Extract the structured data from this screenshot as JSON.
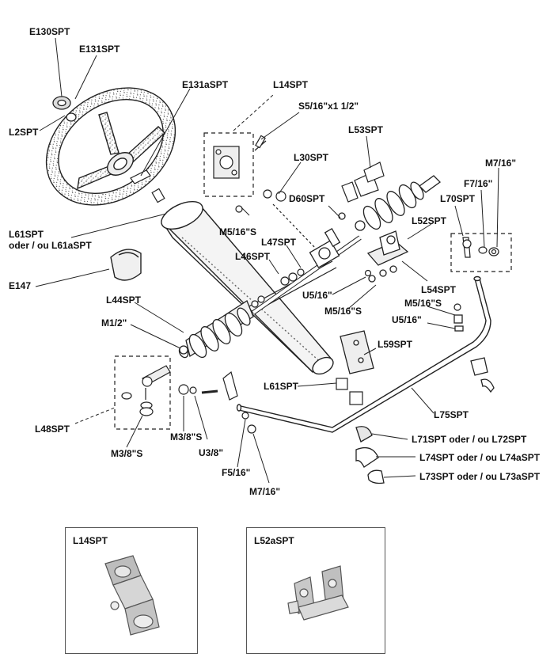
{
  "labels": {
    "e130": "E130SPT",
    "e131": "E131SPT",
    "l2": "L2SPT",
    "e131a": "E131aSPT",
    "l14": "L14SPT",
    "s516x112": "S5/16\"x1 1/2\"",
    "l30": "L30SPT",
    "l53": "L53SPT",
    "m716_top": "M7/16\"",
    "f716_top": "F7/16\"",
    "d60": "D60SPT",
    "l70": "L70SPT",
    "l52": "L52SPT",
    "l61_top": "L61SPT",
    "l61_oder": "oder / ou L61aSPT",
    "m516s_left": "M5/16\"S",
    "l47": "L47SPT",
    "l46": "L46SPT",
    "e147": "E147",
    "l54": "L54SPT",
    "u516_mid": "U5/16\"",
    "m516s_mid": "M5/16\"S",
    "l44": "L44SPT",
    "m516s_right": "M5/16\"S",
    "u516_right": "U5/16\"",
    "m12": "M1/2\"",
    "l59": "L59SPT",
    "l61_low": "L61SPT",
    "l48": "L48SPT",
    "m38s_low": "M3/8\"S",
    "m38s_mid": "M3/8\"S",
    "u38": "U3/8\"",
    "l75": "L75SPT",
    "l71": "L71SPT oder / ou L72SPT",
    "l74": "L74SPT oder / ou L74aSPT",
    "f516": "F5/16\"",
    "l73": "L73SPT oder / ou L73aSPT",
    "m716_low": "M7/16\""
  },
  "insets": {
    "left_title": "L14SPT",
    "right_title": "L52aSPT"
  }
}
